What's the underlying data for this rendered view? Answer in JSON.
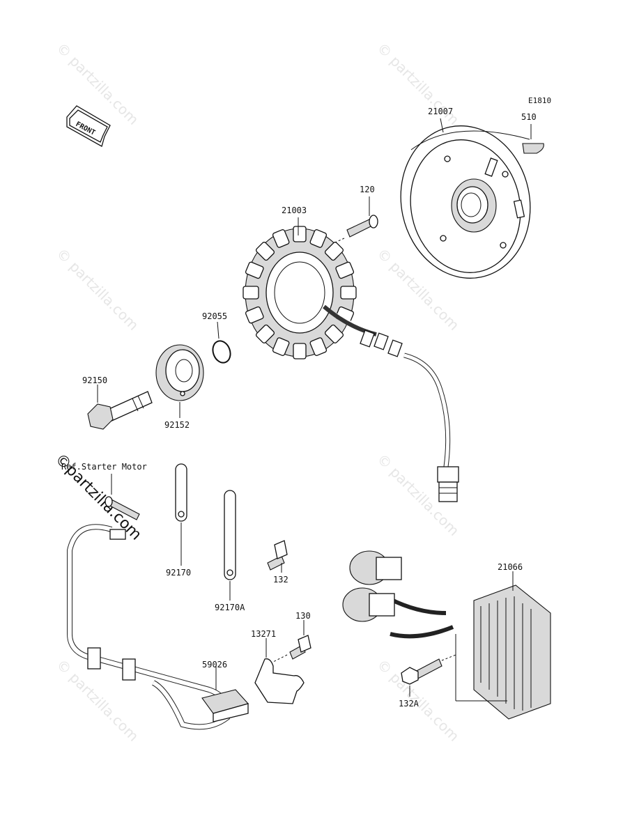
{
  "diagram_code": "E1810",
  "front_label": "FRONT",
  "reference_note": "Ref.Starter Motor",
  "watermark_text": "© partzilla.com",
  "watermark_main": "©partzilla.com",
  "parts": [
    {
      "id": "p21007",
      "number": "21007",
      "name": "flywheel-rotor"
    },
    {
      "id": "p510",
      "number": "510",
      "name": "woodruff-key"
    },
    {
      "id": "p120",
      "number": "120",
      "name": "stator-bolt"
    },
    {
      "id": "p21003",
      "number": "21003",
      "name": "stator-coil"
    },
    {
      "id": "p92055",
      "number": "92055",
      "name": "o-ring"
    },
    {
      "id": "p92150",
      "number": "92150",
      "name": "flange-bolt"
    },
    {
      "id": "p92152",
      "number": "92152",
      "name": "collar"
    },
    {
      "id": "p92170",
      "number": "92170",
      "name": "clamp"
    },
    {
      "id": "p92170A",
      "number": "92170A",
      "name": "clamp-long"
    },
    {
      "id": "p132",
      "number": "132",
      "name": "bolt-132"
    },
    {
      "id": "p130",
      "number": "130",
      "name": "bolt-130"
    },
    {
      "id": "p13271",
      "number": "13271",
      "name": "bracket"
    },
    {
      "id": "p59026",
      "number": "59026",
      "name": "pickup-sensor"
    },
    {
      "id": "p21066",
      "number": "21066",
      "name": "regulator-rectifier"
    },
    {
      "id": "p132A",
      "number": "132A",
      "name": "bolt-132a"
    }
  ],
  "colors": {
    "line": "#111111",
    "watermark": "#e6e6e6",
    "background": "#ffffff"
  }
}
